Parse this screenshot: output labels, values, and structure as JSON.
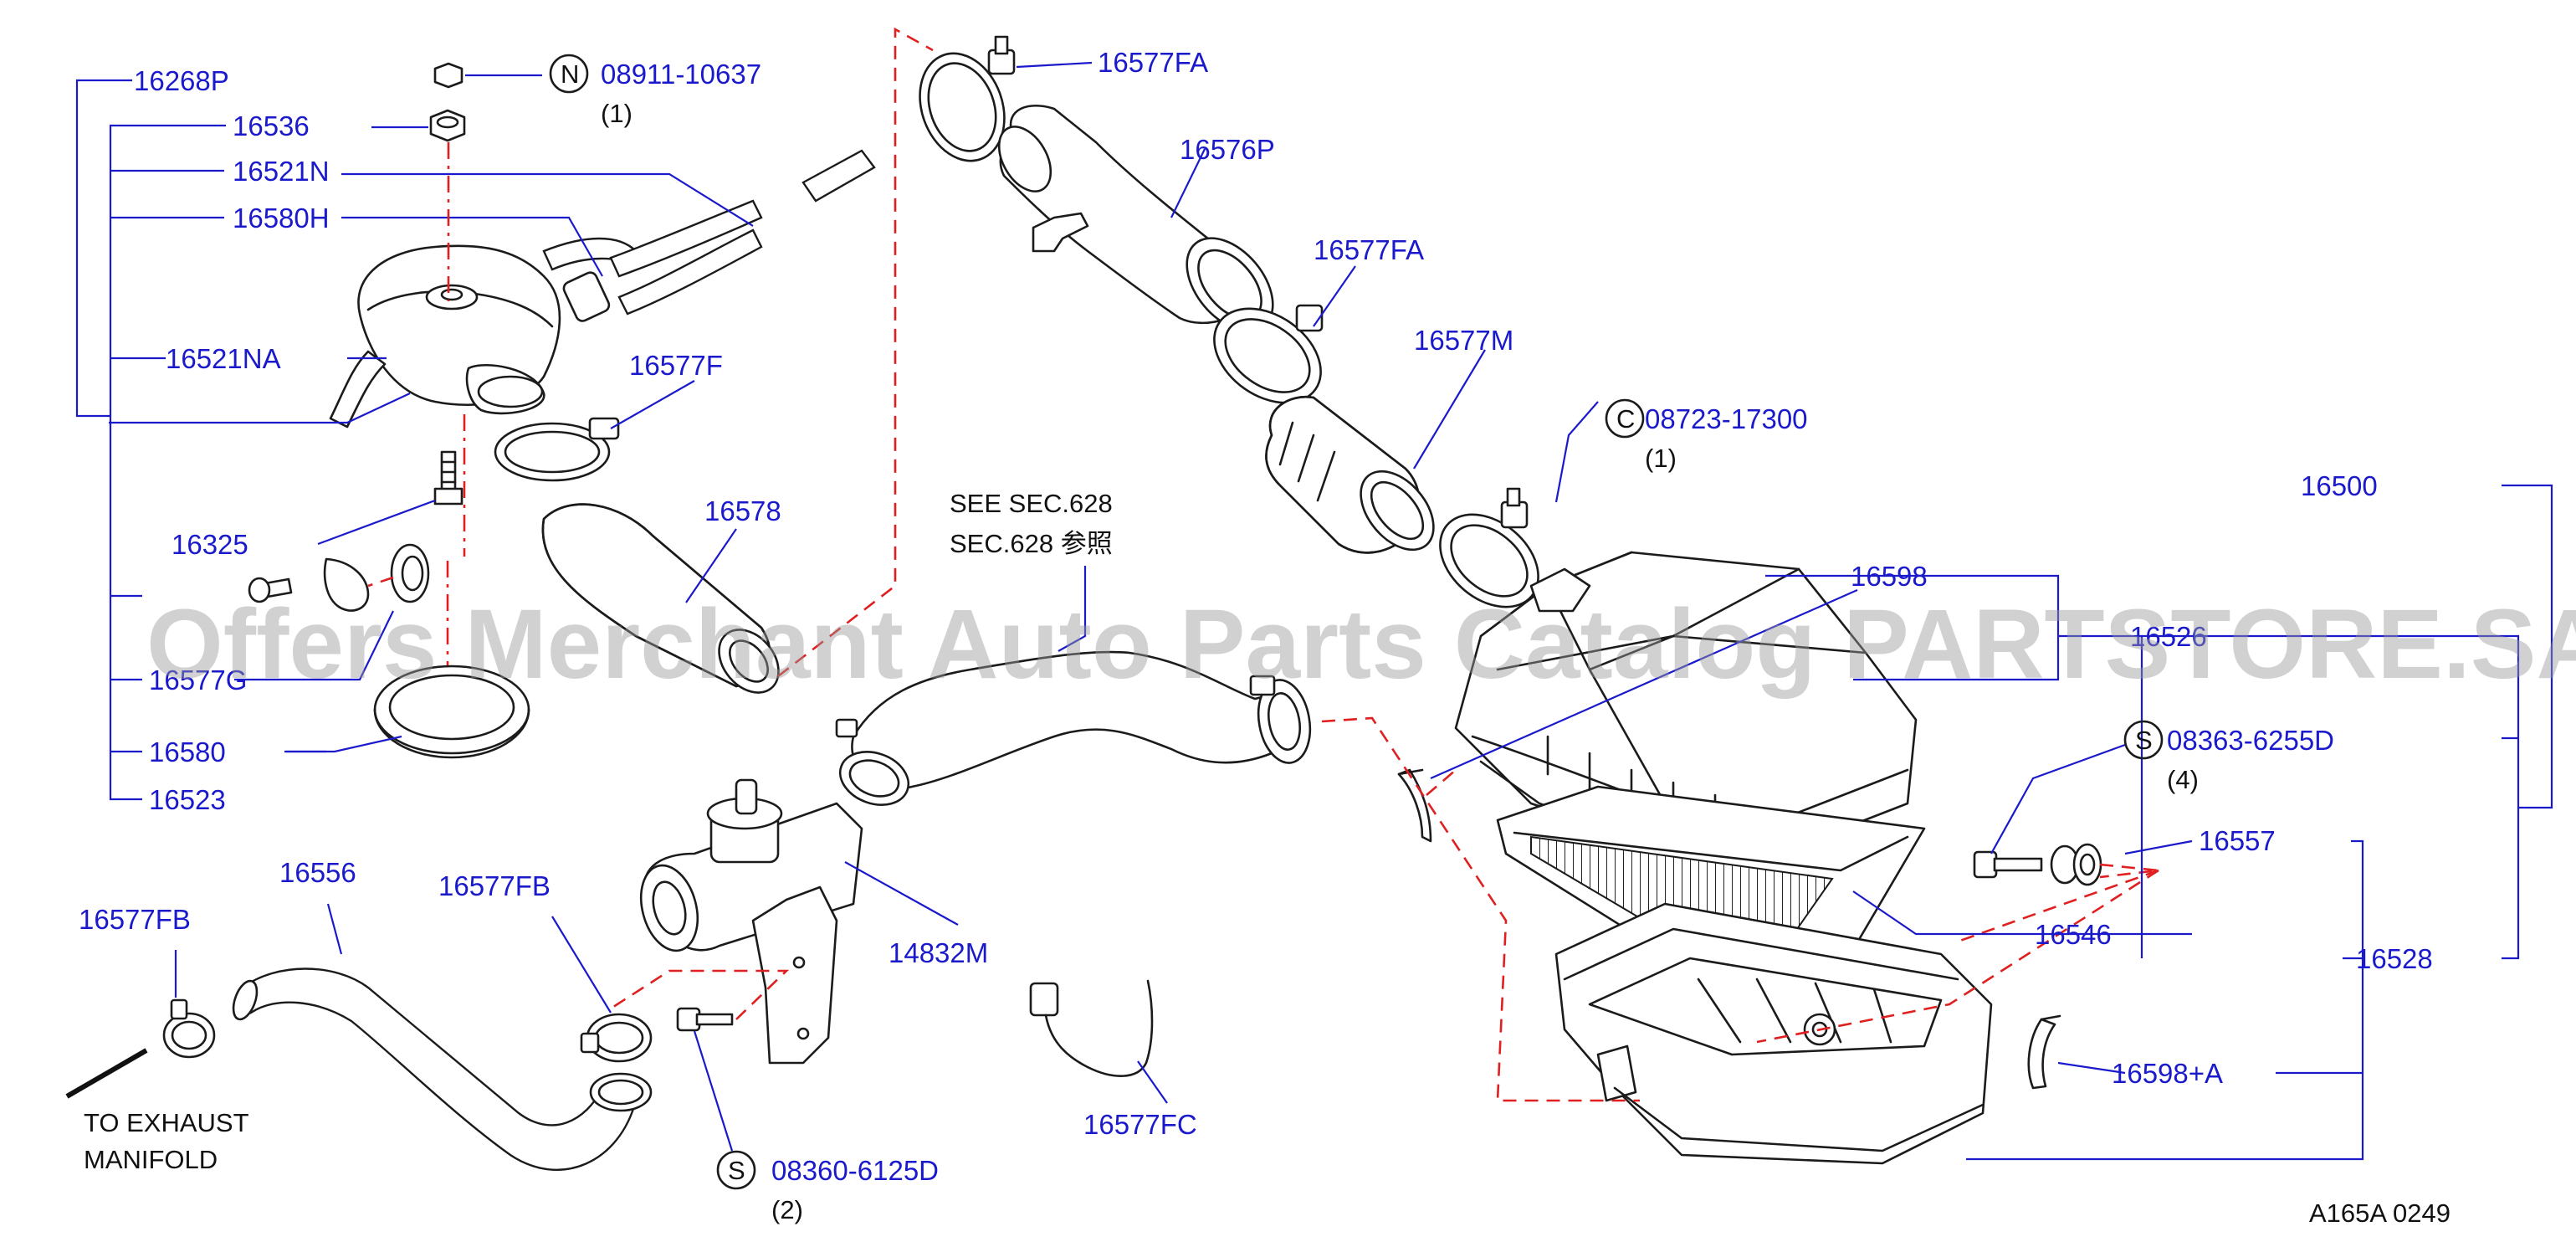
{
  "diagram_id": "A165A 0249",
  "watermark": "Offers Merchant Auto Parts Catalog PARTSTORE.SA",
  "see_note": {
    "line1": "SEE  SEC.628",
    "line2": "SEC.628  参照"
  },
  "exhaust_note": {
    "line1": "TO  EXHAUST",
    "line2": "MANIFOLD"
  },
  "colors": {
    "label": "#1a1acc",
    "ink": "#1b1b1b",
    "dashed_line": "#e02020",
    "watermark": "#9a9a9a"
  },
  "parts": {
    "p16268P": "16268P",
    "p16536": "16536",
    "p16521N": "16521N",
    "p16580H": "16580H",
    "p16521NA": "16521NA",
    "p16577F": "16577F",
    "p16578": "16578",
    "p16325": "16325",
    "p16577G": "16577G",
    "p16580": "16580",
    "p16523": "16523",
    "p16577FA_top": "16577FA",
    "p16576P": "16576P",
    "p16577FA_mid": "16577FA",
    "p16577M": "16577M",
    "p16598": "16598",
    "p16526": "16526",
    "p16500": "16500",
    "p16557": "16557",
    "p16546": "16546",
    "p16528": "16528",
    "p16598A": "16598+A",
    "p14832M": "14832M",
    "p16577FC": "16577FC",
    "p16556": "16556",
    "p16577FB_left": "16577FB",
    "p16577FB_mid": "16577FB"
  },
  "fasteners": {
    "n": {
      "symbol": "N",
      "number": "08911-10637",
      "qty": "(1)"
    },
    "c": {
      "symbol": "C",
      "number": "08723-17300",
      "qty": "(1)"
    },
    "s1": {
      "symbol": "S",
      "number": "08363-6255D",
      "qty": "(4)"
    },
    "s2": {
      "symbol": "S",
      "number": "08360-6125D",
      "qty": "(2)"
    }
  }
}
